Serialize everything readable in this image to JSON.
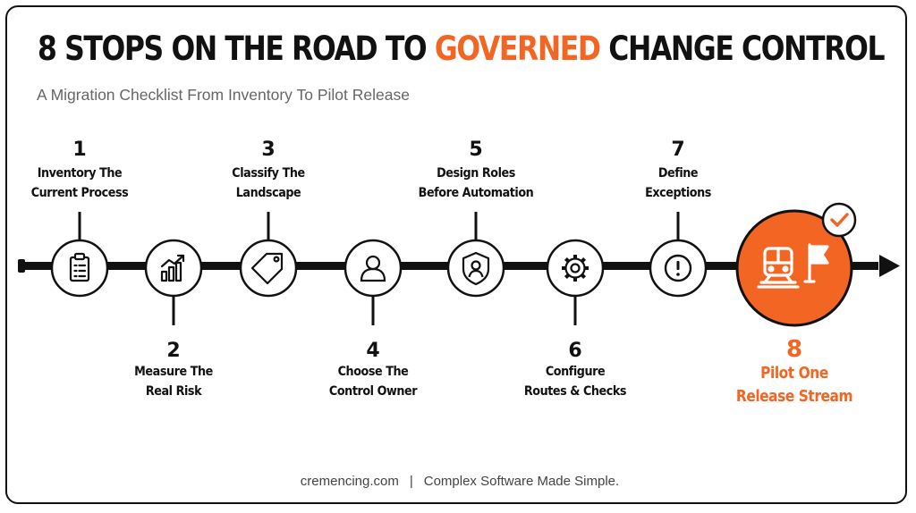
{
  "title": {
    "before": "8 STOPS ON THE ROAD TO ",
    "highlight": "GOVERNED",
    "after": " CHANGE CONTROL"
  },
  "subtitle": "A Migration Checklist From Inventory To Pilot Release",
  "colors": {
    "accent": "#f26522",
    "ink": "#111111"
  },
  "steps": [
    {
      "number": "1",
      "label": "Inventory The\nCurrent Process",
      "icon": "clipboard-checklist-icon"
    },
    {
      "number": "2",
      "label": "Measure The\nReal Risk",
      "icon": "chart-trend-up-icon"
    },
    {
      "number": "3",
      "label": "Classify The\nLandscape",
      "icon": "tag-icon"
    },
    {
      "number": "4",
      "label": "Choose The\nControl Owner",
      "icon": "person-icon"
    },
    {
      "number": "5",
      "label": "Design Roles\nBefore Automation",
      "icon": "shield-user-icon"
    },
    {
      "number": "6",
      "label": "Configure\nRoutes & Checks",
      "icon": "gear-icon"
    },
    {
      "number": "7",
      "label": "Define\nExceptions",
      "icon": "exclamation-icon"
    },
    {
      "number": "8",
      "label": "Pilot One\nRelease Stream",
      "icon": "train-flag-icon",
      "badge": "checkmark-icon"
    }
  ],
  "footer": {
    "site": "cremencing.com",
    "separator": "|",
    "tagline": "Complex Software Made Simple."
  }
}
